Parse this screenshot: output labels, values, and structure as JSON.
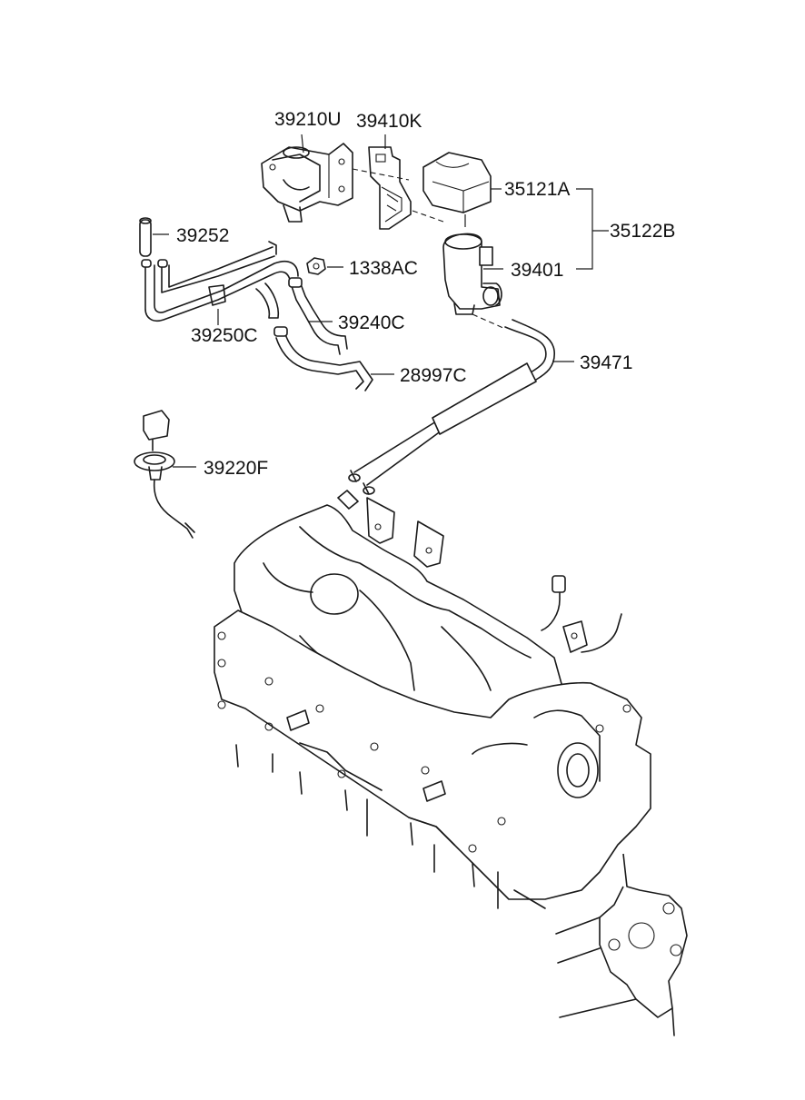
{
  "diagram": {
    "callouts": {
      "p39210U": "39210U",
      "p39410K": "39410K",
      "p35121A": "35121A",
      "p35122B": "35122B",
      "p39252": "39252",
      "p1338AC": "1338AC",
      "p39401": "39401",
      "p39240C": "39240C",
      "p39250C": "39250C",
      "p28997C": "28997C",
      "p39471": "39471",
      "p39220F": "39220F"
    },
    "colors": {
      "line": "#1a1a1a",
      "background": "#ffffff"
    }
  }
}
